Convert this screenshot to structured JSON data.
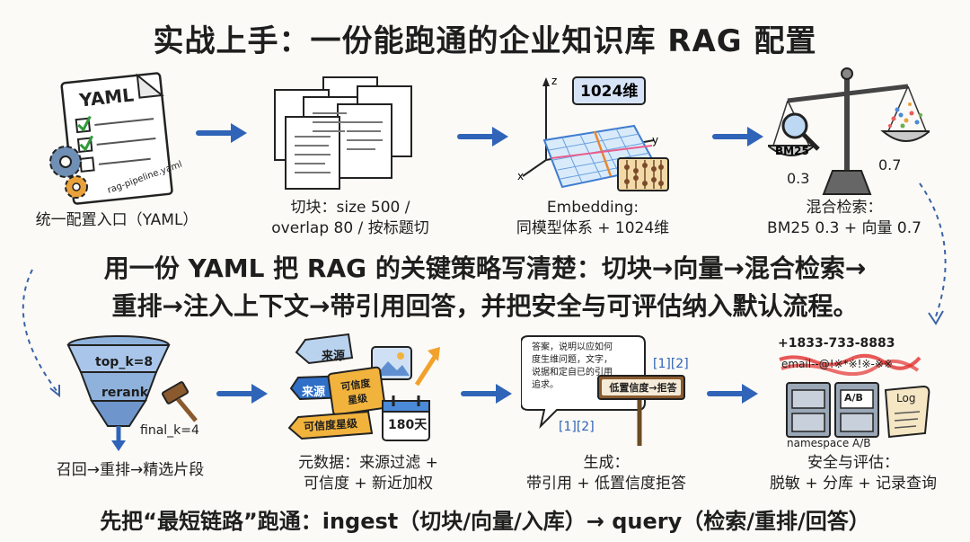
{
  "title": "实战上手：一份能跑通的企业知识库 RAG 配置",
  "steps": {
    "yaml": {
      "caption": "统一配置入口（YAML）",
      "doc_label": "YAML",
      "file_name": "rag-pipeline.yaml"
    },
    "chunk": {
      "caption_line1": "切块：size 500 /",
      "caption_line2": "overlap 80 / 按标题切"
    },
    "embed": {
      "caption_line1": "Embedding:",
      "caption_line2": "同模型体系 + 1024维",
      "dim_label": "1024维",
      "axis_z": "z",
      "axis_y": "y",
      "axis_x": "x"
    },
    "hybrid": {
      "caption_line1": "混合检索：",
      "caption_line2": "BM25 0.3 + 向量 0.7",
      "bm25_label": "BM25",
      "bm25_weight": "0.3",
      "vector_weight": "0.7"
    },
    "rerank": {
      "caption": "召回→重排→精选片段",
      "top_k": "top_k=8",
      "rerank": "rerank",
      "final_k": "final_k=4"
    },
    "meta": {
      "caption_line1": "元数据：来源过滤 +",
      "caption_line2": "可信度 + 新近加权",
      "tag_source1": "来源",
      "tag_source2": "来源",
      "tag_cred1_line1": "可信度",
      "tag_cred1_line2": "星级",
      "tag_cred2": "可信度星级",
      "days": "180天"
    },
    "generate": {
      "caption_line1": "生成：",
      "caption_line2": "带引用 + 低置信度拒答",
      "bubble_lines": [
        "答案，说明以应如何",
        "度生维问题，文字，",
        "说据和定自已的引用",
        "追求。"
      ],
      "cite1": "[1][2]",
      "cite2": "[1][2]",
      "sign": "低置信度→拒答"
    },
    "security": {
      "caption_line1": "安全与评估：",
      "caption_line2": "脱敏 + 分库 + 记录查询",
      "phone": "+1833-733-8883",
      "email": "email--@!※*※!※-※※",
      "ab_label": "A/B",
      "namespace": "namespace A/B",
      "log_label": "Log"
    }
  },
  "center_text_line1": "用一份 YAML 把 RAG 的关键策略写清楚：切块→向量→混合检索→",
  "center_text_line2": "重排→注入上下文→带引用回答，并把安全与可评估纳入默认流程。",
  "footer": "先把“最短链路”跑通：ingest（切块/向量/入库）→ query（检索/重排/回答）",
  "colors": {
    "arrow": "#2f64b8",
    "accent_blue": "#8ab6e6",
    "tag_orange": "#f2b33d",
    "redact": "#e23030"
  },
  "icons": [
    "yaml-doc-icon",
    "gear-icon",
    "documents-stack-icon",
    "vector-grid-icon",
    "abacus-icon",
    "balance-scale-icon",
    "magnifier-icon",
    "funnel-icon",
    "gavel-icon",
    "tag-icon",
    "calendar-icon",
    "photo-icon",
    "trend-arrow-icon",
    "speech-bubble-icon",
    "signpost-icon",
    "file-cabinet-icon",
    "log-scroll-icon"
  ]
}
